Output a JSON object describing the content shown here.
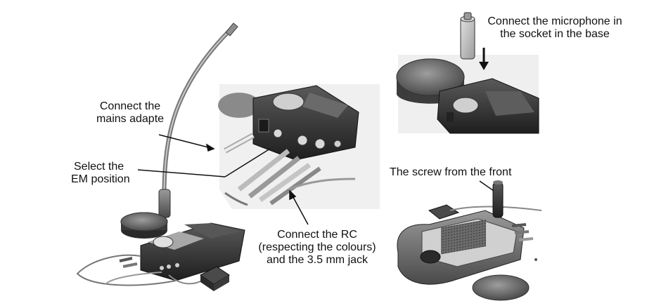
{
  "labels": {
    "mains_l1": "Connect the",
    "mains_l2": "mains adapte",
    "select_l1": "Select the",
    "select_l2": "EM position",
    "mic_l1": "Connect the microphone in",
    "mic_l2": "the socket in the base",
    "screw": "The screw from the front",
    "rc_l1": "Connect the RC",
    "rc_l2": "(respecting the colours)",
    "rc_l3": "and the 3.5 mm jack"
  },
  "colors": {
    "line": "#111111",
    "device_dark": "#3a3a3a",
    "device_mid": "#7a7a7a",
    "device_light": "#bdbdbd",
    "panel_bg": "#d6d6d6",
    "jack_red": "#8a8a8a",
    "jack_white": "#e8e8e8"
  }
}
